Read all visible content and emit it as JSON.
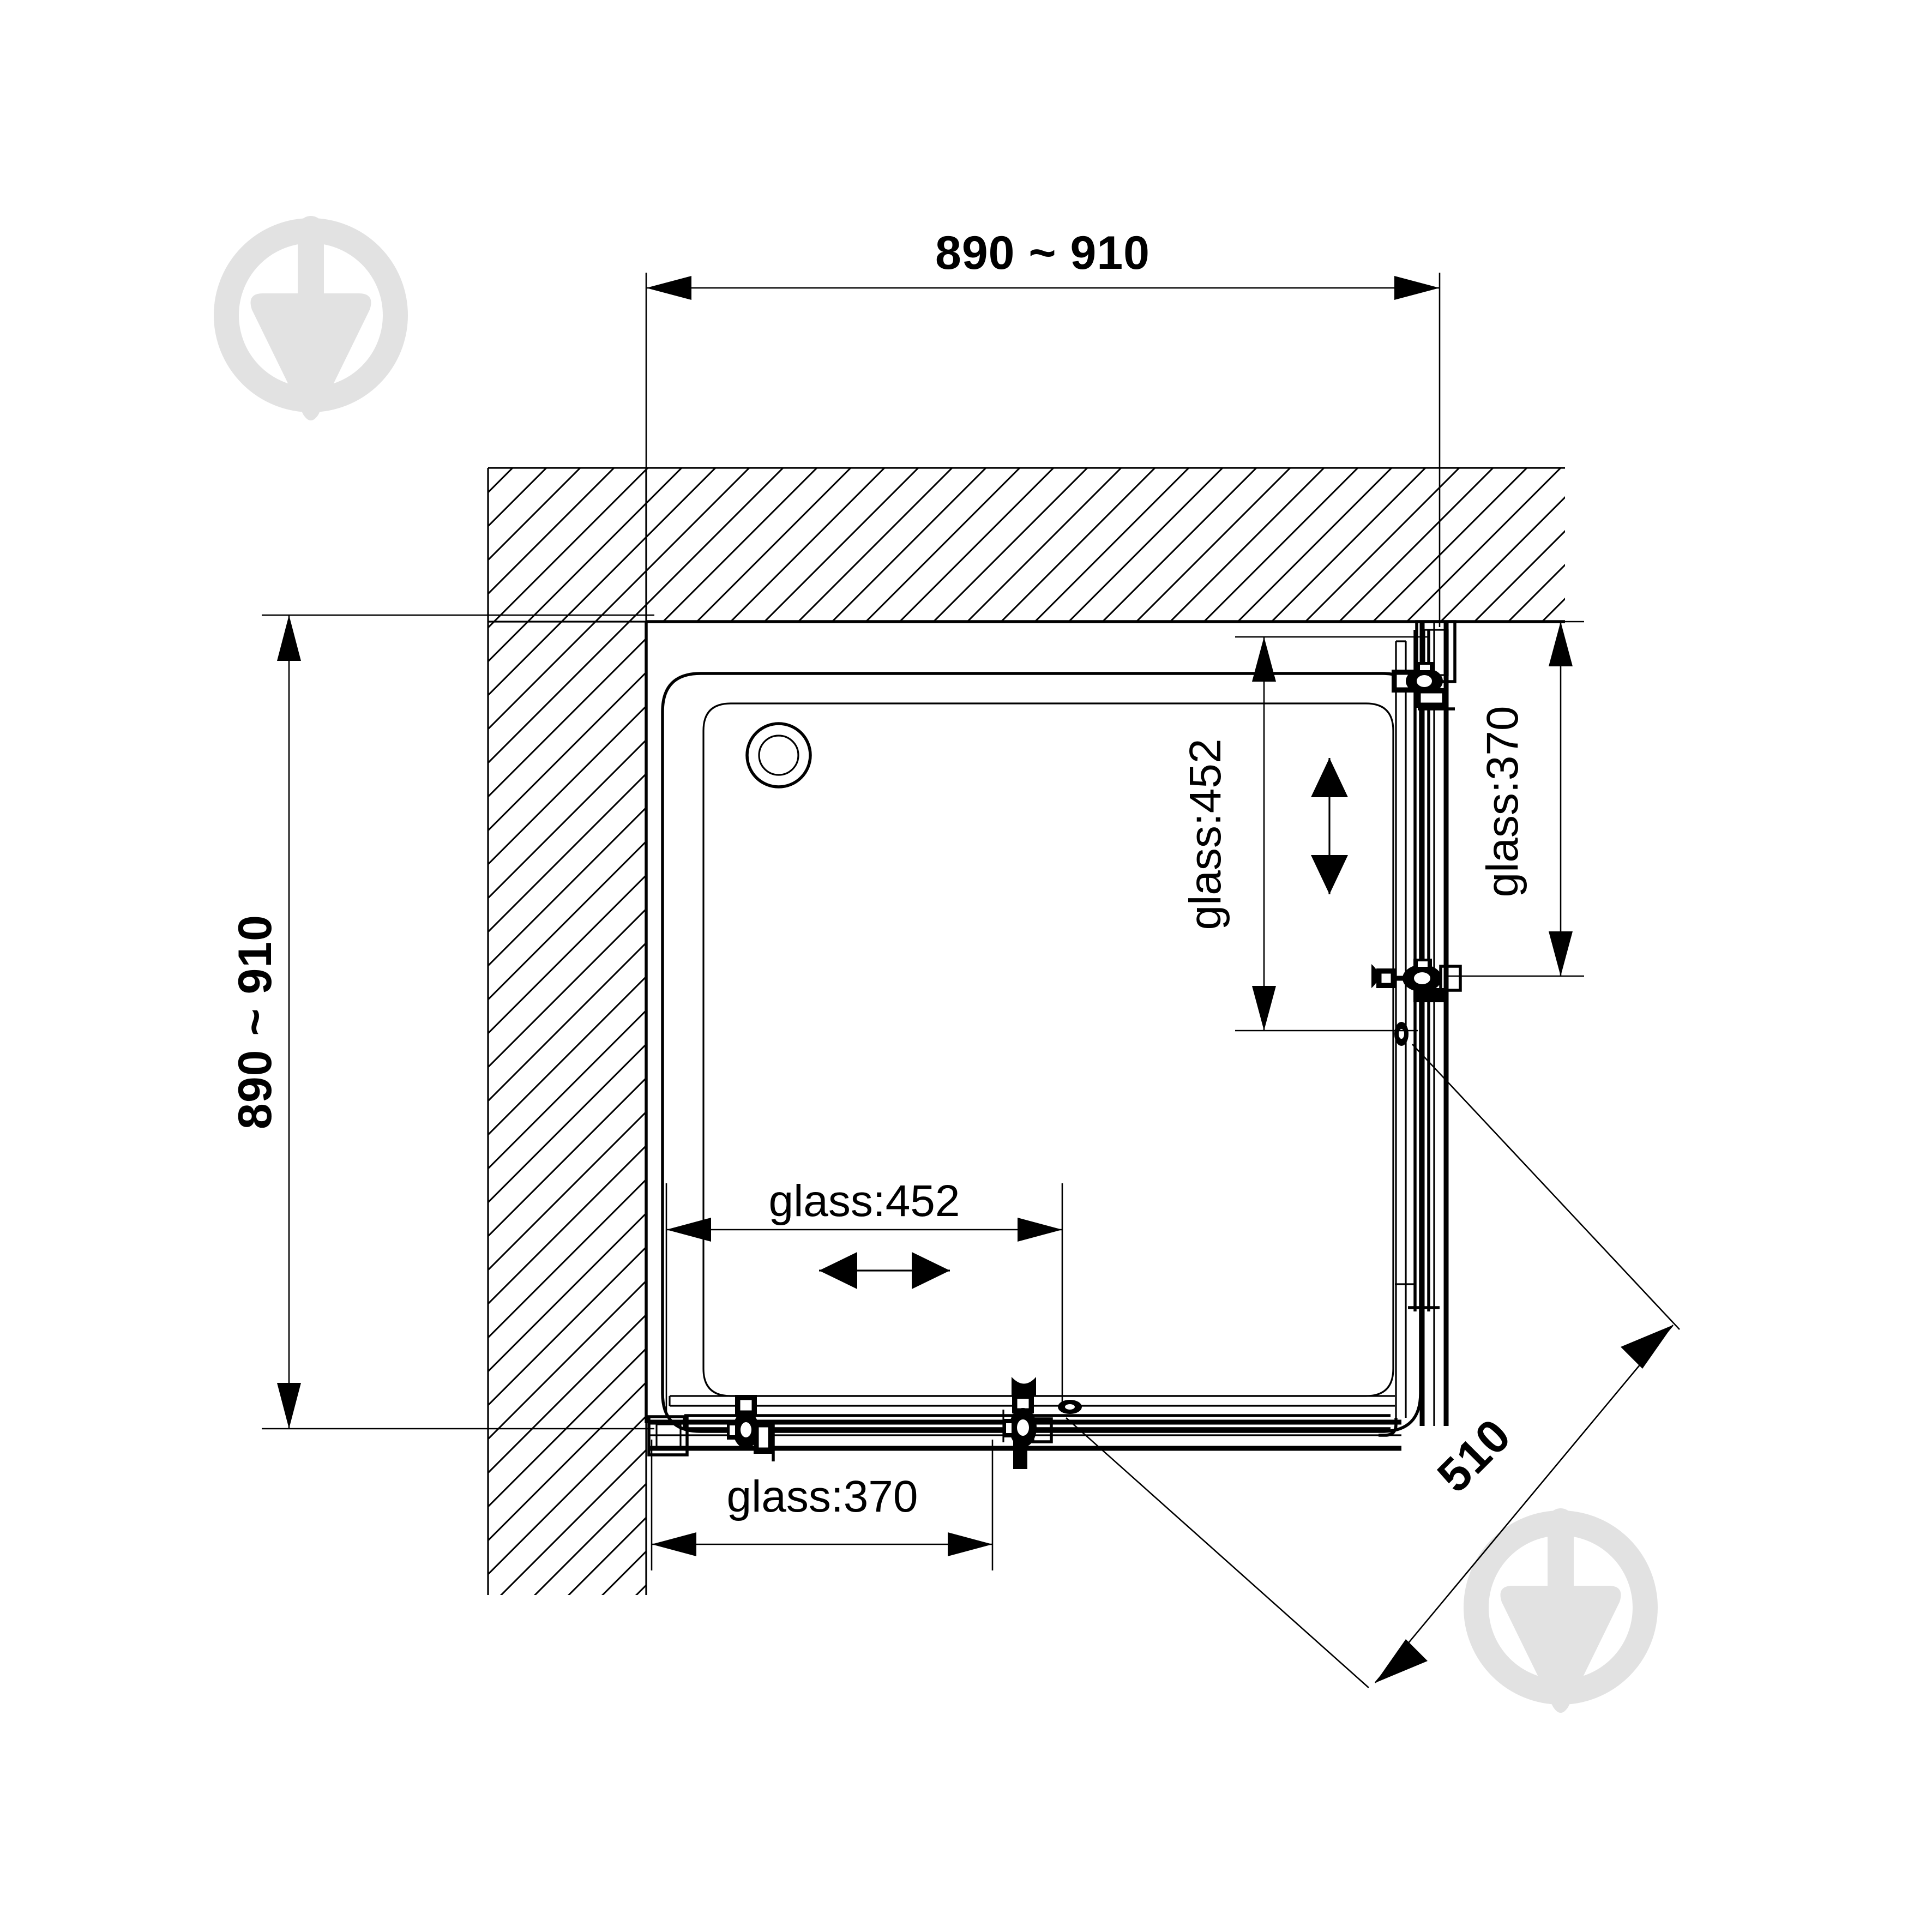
{
  "drawing": {
    "kind": "technical-plan-view",
    "subject": "corner-sliding-shower-enclosure",
    "background_color": "#ffffff",
    "line_color": "#000000",
    "watermark_color": "#e2e2e2"
  },
  "dimensions": {
    "top_overall": {
      "label": "890 ~ 910",
      "orientation": "horizontal",
      "name": "top-overall-dimension"
    },
    "left_overall": {
      "label": "890 ~ 910",
      "orientation": "vertical-rotated",
      "name": "left-overall-dimension"
    },
    "glass_right_vertical": {
      "label": "glass:452",
      "orientation": "vertical-rotated",
      "name": "glass-452-vertical-dimension"
    },
    "glass_far_right_vertical": {
      "label": "glass:370",
      "orientation": "vertical-rotated",
      "name": "glass-370-vertical-dimension"
    },
    "glass_bottom_inner_horizontal": {
      "label": "glass:452",
      "orientation": "horizontal",
      "name": "glass-452-horizontal-dimension"
    },
    "glass_bottom_outer_horizontal": {
      "label": "glass:370",
      "orientation": "horizontal",
      "name": "glass-370-horizontal-dimension"
    },
    "diagonal_entry": {
      "label": "510",
      "orientation": "diagonal-45",
      "name": "diagonal-510-dimension"
    }
  },
  "symbols": {
    "slide_arrow_horizontal": "double-headed-horizontal-arrow",
    "slide_arrow_vertical": "double-headed-vertical-arrow",
    "drain": "shower-tray-drain",
    "wall_hatch": "section-hatch-45deg",
    "watermark": "plumb-bob-in-circle"
  },
  "watermarks": [
    {
      "position": "top-left",
      "name": "watermark-logo-top-left"
    },
    {
      "position": "bottom-right",
      "name": "watermark-logo-bottom-right"
    }
  ]
}
